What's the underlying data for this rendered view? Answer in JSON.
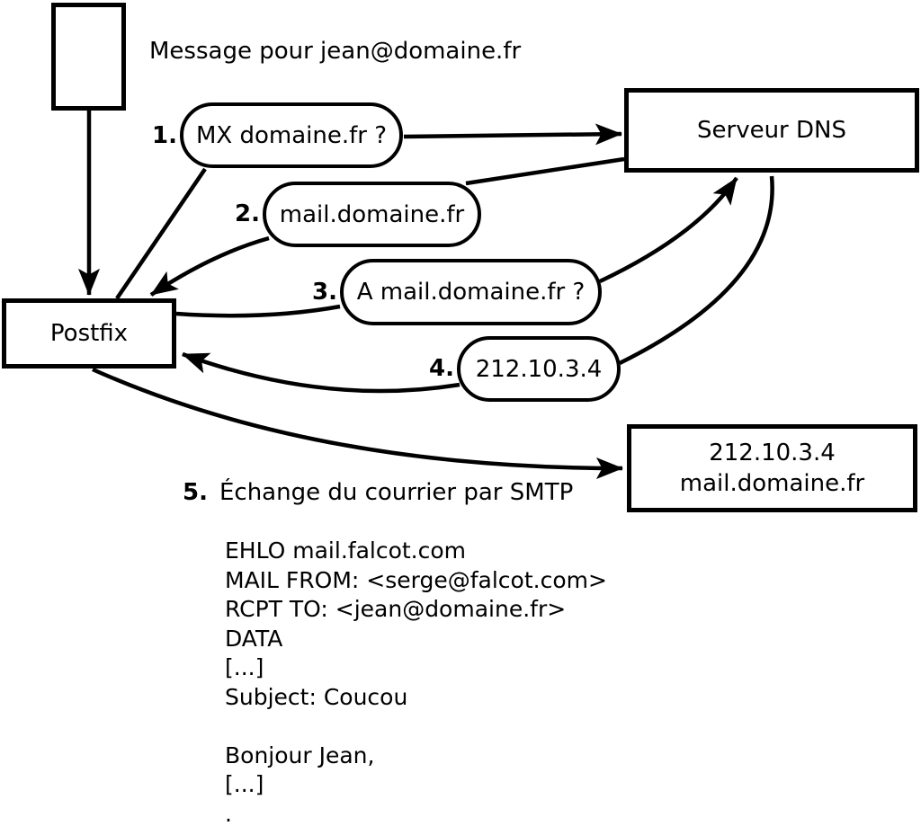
{
  "diagram": {
    "message_label": "Message pour jean@domaine.fr",
    "nodes": {
      "message_source": {
        "icon": "blank-document-rectangle"
      },
      "postfix": {
        "label": "Postfix"
      },
      "dns_server": {
        "label": "Serveur DNS"
      },
      "destination": {
        "line1": "212.10.3.4",
        "line2": "mail.domaine.fr"
      }
    },
    "steps": [
      {
        "num": "1.",
        "label": "MX domaine.fr ?"
      },
      {
        "num": "2.",
        "label": "mail.domaine.fr"
      },
      {
        "num": "3.",
        "label": "A mail.domaine.fr ?"
      },
      {
        "num": "4.",
        "label": "212.10.3.4"
      },
      {
        "num": "5.",
        "label": "Échange du courrier par SMTP"
      }
    ],
    "smtp_session": {
      "lines": [
        "EHLO mail.falcot.com",
        "MAIL FROM: <serge@falcot.com>",
        "RCPT TO: <jean@domaine.fr>",
        "DATA",
        "[...]",
        "Subject: Coucou",
        "",
        "Bonjour Jean,",
        "[...]",
        "."
      ]
    },
    "colors": {
      "stroke": "#000000",
      "background": "#ffffff"
    }
  }
}
